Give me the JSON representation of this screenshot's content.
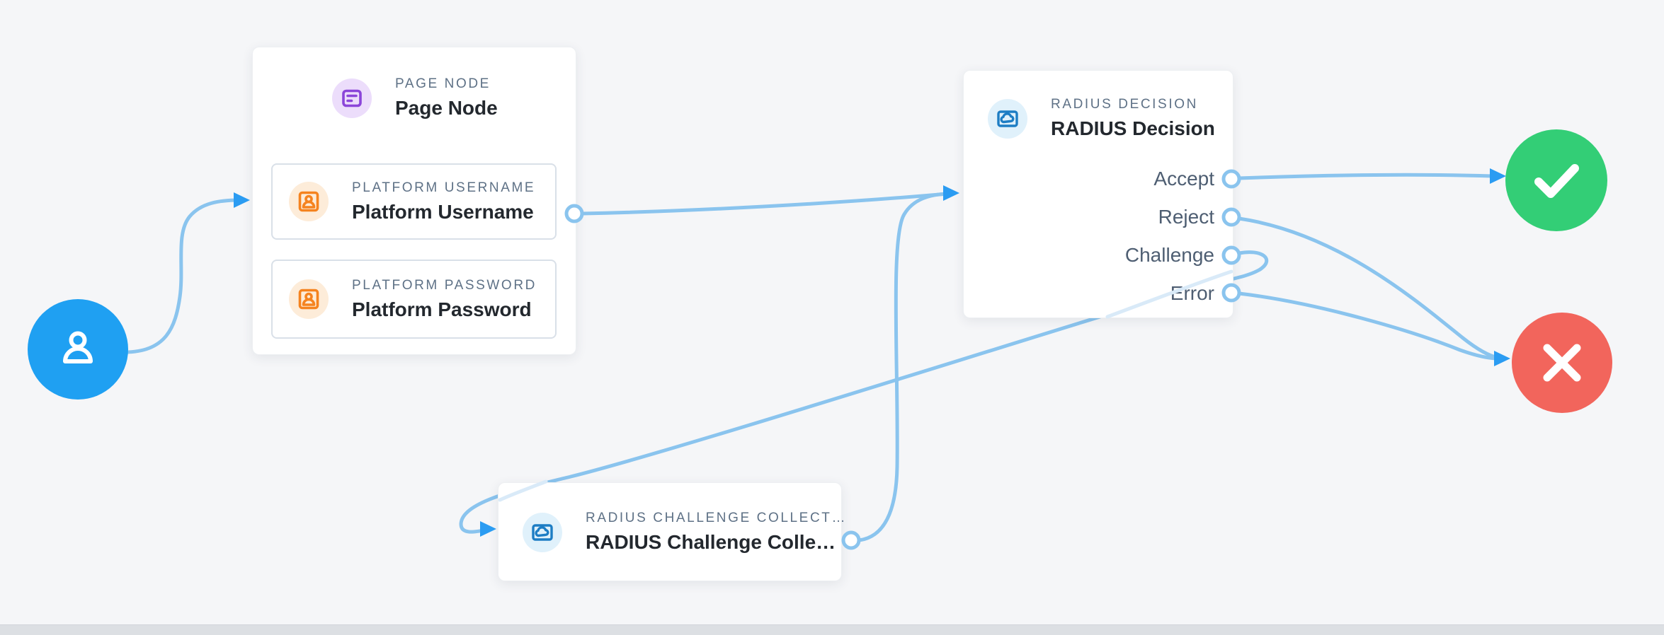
{
  "app": {
    "view": "journey-canvas"
  },
  "colors": {
    "canvas_bg": "#f5f6f8",
    "edge": "#8ac4ee",
    "edge_faded": "#d9eaf8",
    "arrowhead": "#2b9cf2",
    "port_fill": "#ffffff",
    "port_stroke": "#8ac4ee",
    "start_node": "#1fa0f2",
    "success_node": "#33ce76",
    "failure_node": "#f2655c",
    "page_icon": "#8b45d9",
    "attribute_icon": "#f5831f",
    "radius_icon": "#1d7dc4",
    "badge_text": "#5e7186",
    "title_text": "#23282e",
    "outcome_text": "#4e5e72"
  },
  "nodes": {
    "page_node": {
      "badge": "PAGE NODE",
      "title": "Page Node",
      "children": [
        {
          "badge": "PLATFORM USERNAME",
          "title": "Platform Username"
        },
        {
          "badge": "PLATFORM PASSWORD",
          "title": "Platform Password"
        }
      ]
    },
    "radius_decision": {
      "badge": "RADIUS DECISION",
      "title": "RADIUS Decision",
      "outcomes": [
        "Accept",
        "Reject",
        "Challenge",
        "Error"
      ]
    },
    "radius_challenge_collector": {
      "badge": "RADIUS CHALLENGE COLLECT…",
      "title": "RADIUS Challenge Colle…"
    }
  },
  "connections": [
    {
      "from": "start",
      "to": "page_node"
    },
    {
      "from": "page_node.platform_username",
      "to": "radius_decision"
    },
    {
      "from": "radius_challenge_collector",
      "to": "radius_decision"
    },
    {
      "from": "radius_decision.accept",
      "to": "success"
    },
    {
      "from": "radius_decision.reject",
      "to": "failure"
    },
    {
      "from": "radius_decision.error",
      "to": "failure"
    },
    {
      "from": "radius_decision.challenge",
      "to": "radius_challenge_collector"
    }
  ]
}
